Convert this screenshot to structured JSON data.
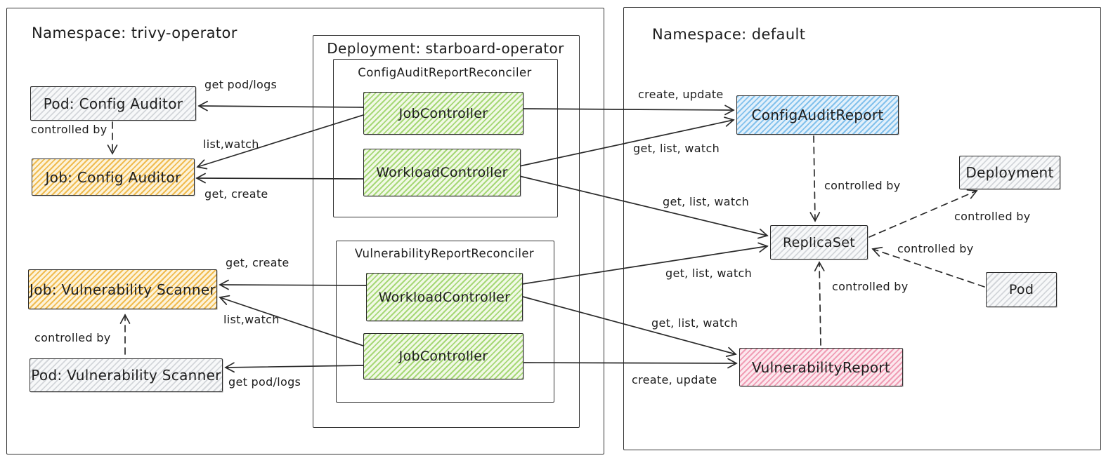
{
  "namespaces": {
    "trivy": {
      "title": "Namespace: trivy-operator"
    },
    "default": {
      "title": "Namespace: default"
    }
  },
  "groups": {
    "deployment": {
      "title": "Deployment: starboard-operator"
    },
    "config_audit_reconciler": {
      "title": "ConfigAuditReportReconciler"
    },
    "vulnerability_reconciler": {
      "title": "VulnerabilityReportReconciler"
    }
  },
  "nodes": {
    "pod_config_auditor": {
      "label": "Pod: Config Auditor",
      "color": "gray"
    },
    "job_config_auditor": {
      "label": "Job: Config Auditor",
      "color": "orange"
    },
    "job_vuln_scanner": {
      "label": "Job: Vulnerability Scanner",
      "color": "orange"
    },
    "pod_vuln_scanner": {
      "label": "Pod: Vulnerability Scanner",
      "color": "gray"
    },
    "job_controller_car": {
      "label": "JobController",
      "color": "green"
    },
    "workload_controller_car": {
      "label": "WorkloadController",
      "color": "green"
    },
    "workload_controller_vrr": {
      "label": "WorkloadController",
      "color": "green"
    },
    "job_controller_vrr": {
      "label": "JobController",
      "color": "green"
    },
    "config_audit_report": {
      "label": "ConfigAuditReport",
      "color": "blue"
    },
    "replica_set": {
      "label": "ReplicaSet",
      "color": "gray"
    },
    "deployment": {
      "label": "Deployment",
      "color": "gray"
    },
    "pod": {
      "label": "Pod",
      "color": "gray"
    },
    "vulnerability_report": {
      "label": "VulnerabilityReport",
      "color": "pink"
    }
  },
  "edges": [
    {
      "from": "JobController (ConfigAuditReportReconciler)",
      "to": "Pod: Config Auditor",
      "label": "get pod/logs",
      "style": "solid"
    },
    {
      "from": "JobController (ConfigAuditReportReconciler)",
      "to": "Job: Config Auditor",
      "label": "list,watch",
      "style": "solid"
    },
    {
      "from": "WorkloadController (ConfigAuditReportReconciler)",
      "to": "Job: Config Auditor",
      "label": "get, create",
      "style": "solid"
    },
    {
      "from": "JobController (ConfigAuditReportReconciler)",
      "to": "ConfigAuditReport",
      "label": "create, update",
      "style": "solid"
    },
    {
      "from": "WorkloadController (ConfigAuditReportReconciler)",
      "to": "ConfigAuditReport",
      "label": "get, list, watch",
      "style": "solid"
    },
    {
      "from": "WorkloadController (ConfigAuditReportReconciler)",
      "to": "ReplicaSet",
      "label": "get, list, watch",
      "style": "solid"
    },
    {
      "from": "WorkloadController (VulnerabilityReportReconciler)",
      "to": "ReplicaSet",
      "label": "get, list, watch",
      "style": "solid"
    },
    {
      "from": "WorkloadController (VulnerabilityReportReconciler)",
      "to": "VulnerabilityReport",
      "label": "get, list, watch",
      "style": "solid"
    },
    {
      "from": "JobController (VulnerabilityReportReconciler)",
      "to": "VulnerabilityReport",
      "label": "create, update",
      "style": "solid"
    },
    {
      "from": "WorkloadController (VulnerabilityReportReconciler)",
      "to": "Job: Vulnerability Scanner",
      "label": "get, create",
      "style": "solid"
    },
    {
      "from": "JobController (VulnerabilityReportReconciler)",
      "to": "Job: Vulnerability Scanner",
      "label": "list,watch",
      "style": "solid"
    },
    {
      "from": "JobController (VulnerabilityReportReconciler)",
      "to": "Pod: Vulnerability Scanner",
      "label": "get pod/logs",
      "style": "solid"
    },
    {
      "from": "Pod: Config Auditor",
      "to": "Job: Config Auditor",
      "label": "controlled by",
      "style": "dashed"
    },
    {
      "from": "Pod: Vulnerability Scanner",
      "to": "Job: Vulnerability Scanner",
      "label": "controlled by",
      "style": "dashed"
    },
    {
      "from": "ConfigAuditReport",
      "to": "ReplicaSet",
      "label": "controlled by",
      "style": "dashed"
    },
    {
      "from": "VulnerabilityReport",
      "to": "ReplicaSet",
      "label": "controlled by",
      "style": "dashed"
    },
    {
      "from": "ReplicaSet",
      "to": "Deployment",
      "label": "controlled by",
      "style": "dashed"
    },
    {
      "from": "Pod",
      "to": "ReplicaSet",
      "label": "controlled by",
      "style": "dashed"
    }
  ],
  "colors": {
    "stroke": "#2a2a2a",
    "hatch_green": "#a6d876",
    "hatch_orange": "#f0bb4f",
    "hatch_blue": "#82c1ec",
    "hatch_pink": "#f09cb4",
    "hatch_gray": "#d3d6da"
  }
}
